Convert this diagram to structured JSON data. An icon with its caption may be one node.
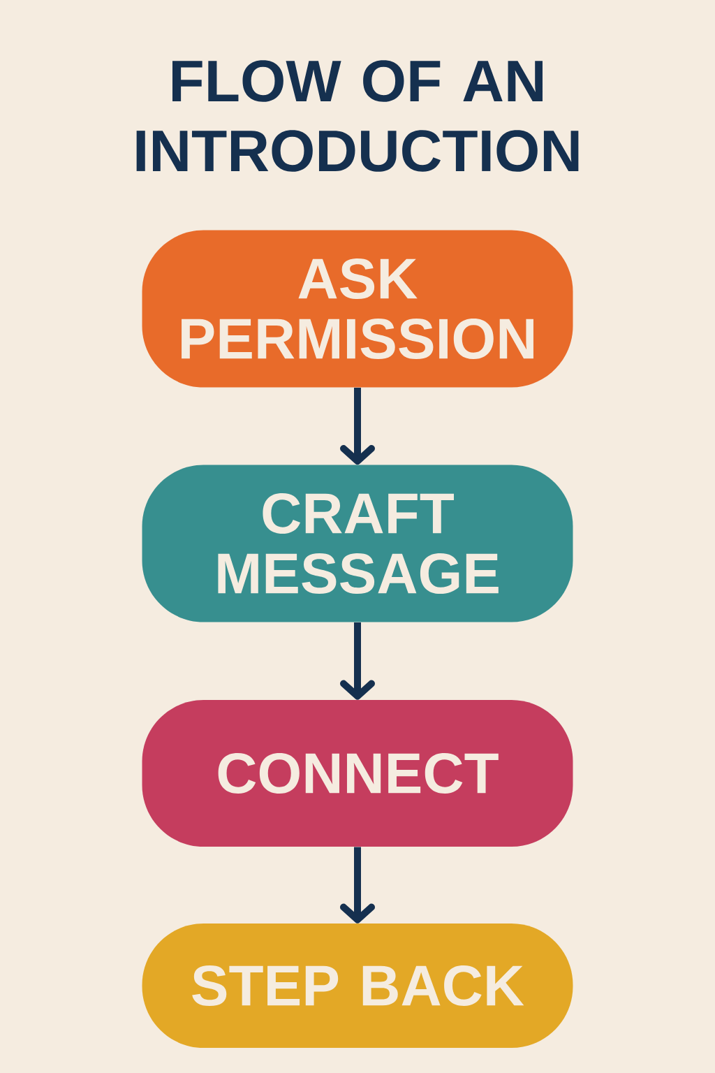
{
  "diagram": {
    "title": "FLOW OF AN INTRODUCTION",
    "nodes": [
      {
        "text": [
          "ASK PERMISSION"
        ]
      },
      {
        "text": [
          "CRAFT MESSAGE"
        ]
      },
      {
        "text": [
          "CONNECT"
        ]
      },
      {
        "text": [
          "STEP BACK"
        ]
      }
    ],
    "edges": [
      {
        "from": 0,
        "to": 1,
        "arrow": "to"
      },
      {
        "from": 1,
        "to": 2,
        "arrow": "to"
      },
      {
        "from": 2,
        "to": 3,
        "arrow": "to"
      }
    ]
  }
}
